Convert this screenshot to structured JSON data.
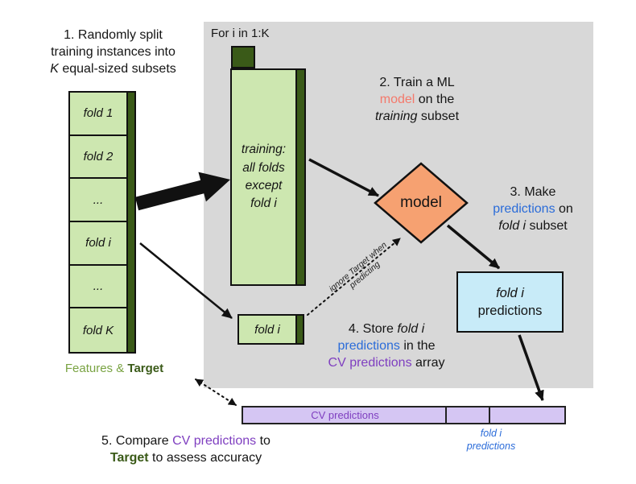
{
  "colors": {
    "light_green": "#cde7b0",
    "dark_green": "#3a5a18",
    "mid_green": "#79a342",
    "gray_panel": "#d8d8d8",
    "diamond_orange": "#f6a171",
    "salmon_text": "#f4796b",
    "blue_text": "#2b6cd9",
    "light_blue_box": "#c8ebf8",
    "lavender_bar": "#d5c6f3",
    "purple_text": "#7f3fc0"
  },
  "step1": {
    "line1": "1. Randomly split",
    "line2": "training instances into",
    "line3_italic": "K",
    "line3_rest": " equal-sized subsets"
  },
  "fold_stack": {
    "items": [
      {
        "label": "fold 1"
      },
      {
        "label": "fold 2"
      },
      {
        "label": "..."
      },
      {
        "label": "fold i"
      },
      {
        "label": "..."
      },
      {
        "label": "fold K"
      }
    ]
  },
  "features_target": {
    "features": "Features & ",
    "target": "Target"
  },
  "loop": {
    "label": "For i in 1:K"
  },
  "training_box": {
    "line1": "training:",
    "line2": "all folds",
    "line3": "except",
    "line4": "fold i"
  },
  "step2": {
    "line1": "2. Train a ML",
    "model": "model",
    "line2_rest": " on the",
    "training_italic": "training",
    "line3_rest": " subset"
  },
  "diamond": {
    "label": "model"
  },
  "step3": {
    "line1": "3. Make",
    "predictions": "predictions",
    "line2_rest": " on",
    "fold_i": "fold i",
    "line3_rest": " subset"
  },
  "pred_box": {
    "line1": "fold i",
    "line2": "predictions"
  },
  "fold_i_box": {
    "label": "fold i"
  },
  "ignore_note": {
    "line1": "ignore Target when",
    "line2": "predicting"
  },
  "step4": {
    "line1_start": "4. Store ",
    "fold_i": "fold i",
    "predictions": "predictions",
    "line2_rest": " in the",
    "cv_predictions": "CV predictions",
    "line3_rest": " array"
  },
  "cv_bar": {
    "label": "CV predictions"
  },
  "bar_caption": {
    "line1": "fold i",
    "line2": "predictions"
  },
  "step5": {
    "line1_start": "5. Compare ",
    "cv_predictions": "CV predictions",
    "line1_end": " to",
    "target": "Target",
    "line2_rest": " to assess accuracy"
  }
}
